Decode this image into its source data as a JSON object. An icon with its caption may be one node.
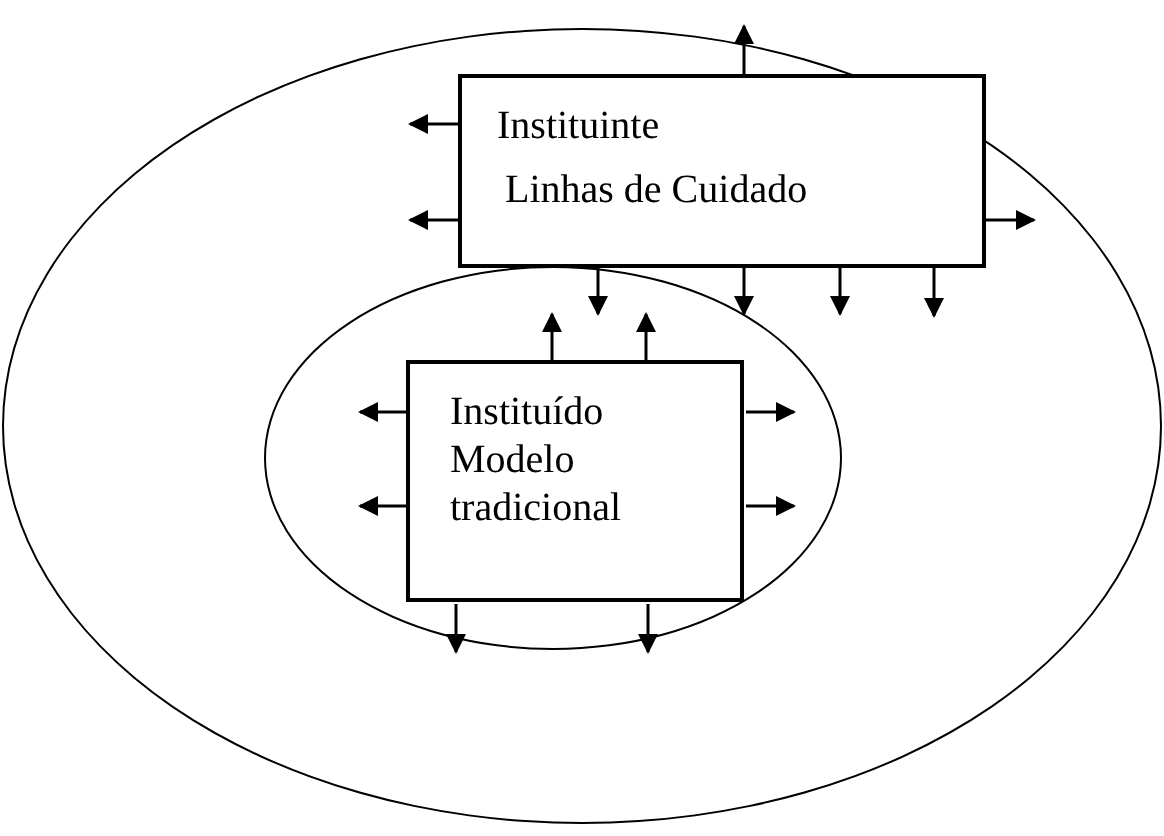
{
  "diagram": {
    "nodes": [
      {
        "text": [],
        "shape": "ellipse"
      },
      {
        "text": [
          "Instituinte",
          "Linhas de Cuidado"
        ],
        "in": 0
      },
      {
        "text": [],
        "shape": "ellipse",
        "in": 0
      },
      {
        "text": [
          "Instituído",
          "Modelo tradicional"
        ],
        "in": 2
      }
    ],
    "edges": [
      {
        "from": 1,
        "to": null,
        "arrow": "to"
      },
      {
        "from": 1,
        "to": null,
        "arrow": "to"
      },
      {
        "from": 1,
        "to": null,
        "arrow": "to"
      },
      {
        "from": 1,
        "to": null,
        "arrow": "to"
      },
      {
        "from": 1,
        "to": 2,
        "arrow": "to"
      },
      {
        "from": 1,
        "to": 2,
        "arrow": "to"
      },
      {
        "from": 1,
        "to": 2,
        "arrow": "to"
      },
      {
        "from": 1,
        "to": null,
        "arrow": "to"
      },
      {
        "from": 3,
        "to": null,
        "arrow": "to"
      },
      {
        "from": 3,
        "to": null,
        "arrow": "to"
      },
      {
        "from": 3,
        "to": null,
        "arrow": "to"
      },
      {
        "from": 3,
        "to": null,
        "arrow": "to"
      },
      {
        "from": 3,
        "to": null,
        "arrow": "to"
      },
      {
        "from": 3,
        "to": null,
        "arrow": "to"
      },
      {
        "from": 3,
        "to": null,
        "arrow": "to"
      },
      {
        "from": 3,
        "to": null,
        "arrow": "to"
      }
    ]
  }
}
